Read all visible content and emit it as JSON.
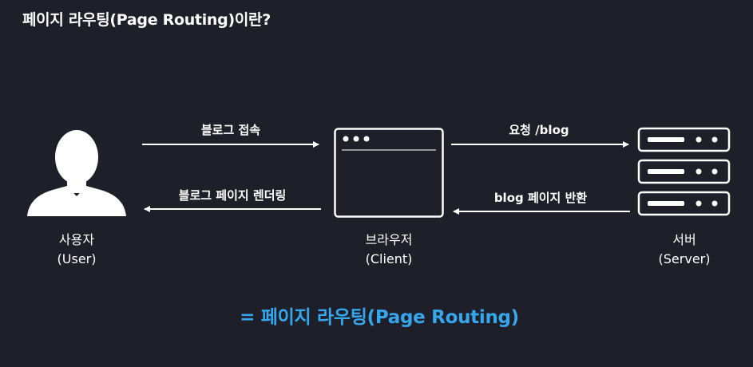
{
  "title": "페이지 라우팅(Page Routing)이란?",
  "nodes": {
    "user": {
      "name": "사용자",
      "sub": "(User)"
    },
    "client": {
      "name": "브라우저",
      "sub": "(Client)"
    },
    "server": {
      "name": "서버",
      "sub": "(Server)"
    }
  },
  "arrows": {
    "user_to_client": "블로그 접속",
    "client_to_user": "블로그 페이지 렌더링",
    "client_to_server": "요청 /blog",
    "server_to_client": "blog 페이지 반환"
  },
  "summary": "= 페이지 라우팅(Page Routing)",
  "colors": {
    "background": "#1f1f29",
    "foreground": "#ffffff",
    "accent": "#35a7ee"
  },
  "icons": {
    "user": "person-silhouette-icon",
    "client": "browser-window-icon",
    "server": "server-rack-icon"
  }
}
